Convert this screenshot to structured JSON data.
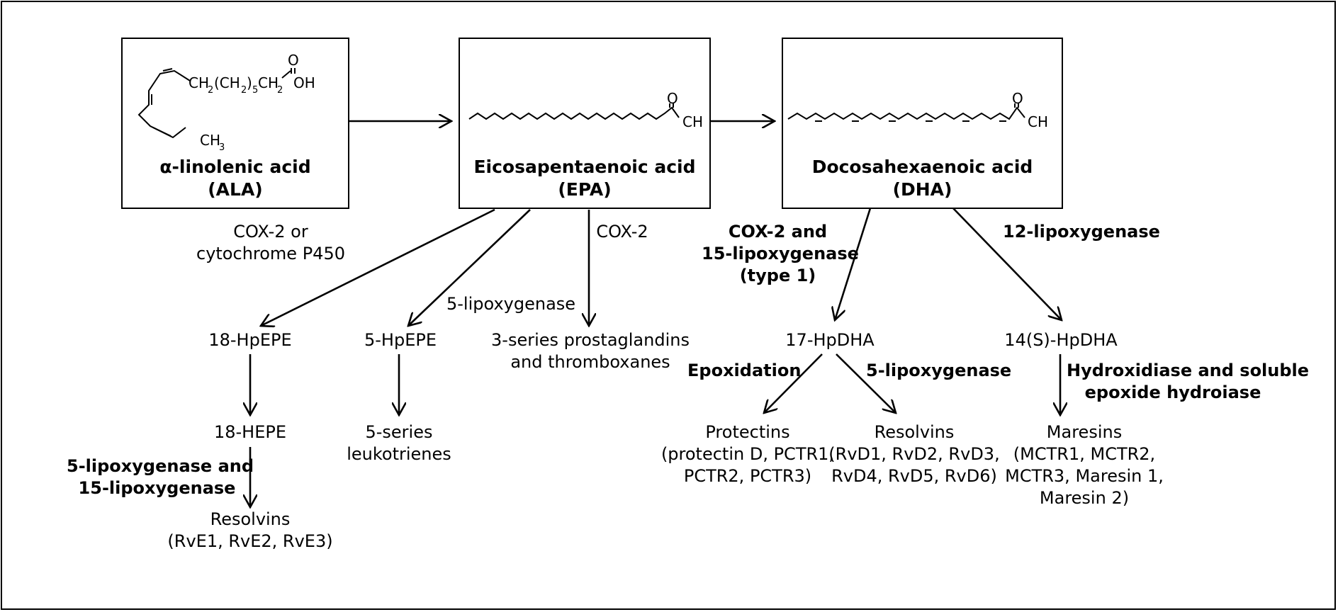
{
  "molecules": {
    "ala": {
      "name": "α-linolenic acid",
      "abbr": "(ALA)",
      "formula": {
        "ch2a": "CH",
        "s2a": "2",
        "paren": "(CH",
        "s2b": "2",
        "close": ")",
        "s5": "5",
        "ch2b": "CH",
        "s2c": "2",
        "oh": "OH",
        "o": "O",
        "ch3": "CH",
        "s3": "3"
      }
    },
    "epa": {
      "name": "Eicosapentaenoic acid",
      "abbr": "(EPA)",
      "formula": {
        "o": "O",
        "ch": "CH"
      }
    },
    "dha": {
      "name": "Docosahexaenoic acid",
      "abbr": "(DHA)",
      "formula": {
        "o": "O",
        "ch": "CH"
      }
    }
  },
  "enzymes": {
    "cox2_or_p450": [
      "COX-2 or",
      "cytochrome P450"
    ],
    "five_lox_epa": "5-lipoxygenase",
    "cox2": "COX-2",
    "cox2_15lox": [
      "COX-2 and",
      "15-lipoxygenase",
      "(type 1)"
    ],
    "twelve_lox": "12-lipoxygenase",
    "five_15_lox": [
      "5-lipoxygenase and",
      "15-lipoxygenase"
    ],
    "epoxidation": "Epoxidation",
    "five_lox_dha": "5-lipoxygenase",
    "hydroxidiase": [
      "Hydroxidiase and soluble",
      "epoxide hydroiase"
    ]
  },
  "products": {
    "hpepe18": "18-HpEPE",
    "hpepe5": "5-HpEPE",
    "prostaglandins": [
      "3-series prostaglandins",
      "and thromboxanes"
    ],
    "hpdha17": "17-HpDHA",
    "hpdha14": "14(S)-HpDHA",
    "hepe18": "18-HEPE",
    "leukotrienes": [
      "5-series",
      "leukotrienes"
    ],
    "resolvins_e": [
      "Resolvins",
      "(RvE1, RvE2, RvE3)"
    ],
    "protectins": [
      "Protectins",
      "(protectin D, PCTR1,",
      "PCTR2, PCTR3)"
    ],
    "resolvins_d": [
      "Resolvins",
      "(RvD1, RvD2, RvD3,",
      "RvD4, RvD5, RvD6)"
    ],
    "maresins": [
      "Maresins",
      "(MCTR1, MCTR2,",
      "MCTR3, Maresin 1,",
      "Maresin 2)"
    ]
  }
}
